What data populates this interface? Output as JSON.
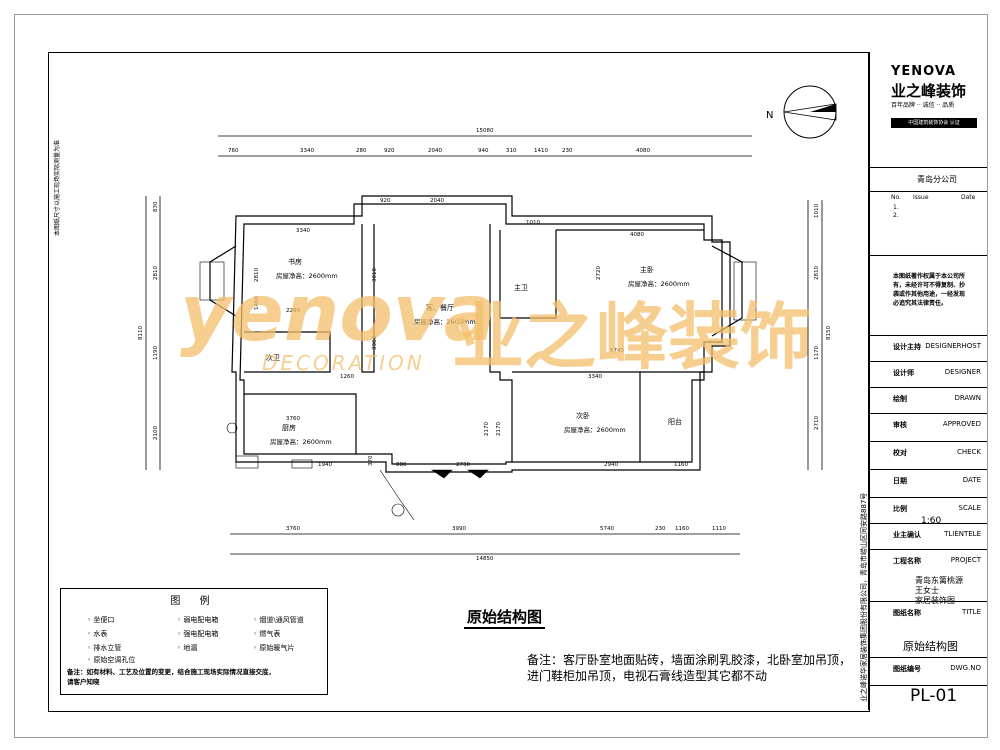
{
  "brand": {
    "logo_en": "YENOVA",
    "logo_cn": "业之峰装饰",
    "slogan": "百年品牌 ·· 诚信 ·· 品质",
    "cert": "中国建筑装饰协会 认证"
  },
  "watermark": {
    "en": "yenova",
    "cn": "业之峰装饰",
    "sub": "DECORATION"
  },
  "branch": "青岛分公司",
  "issue_header": {
    "no": "No.",
    "issue": "Issue",
    "date": "Date"
  },
  "issue_rows": [
    "1.",
    "2."
  ],
  "copyright_note": "本图纸著作权属于本公司所有，未经许可不得复制、抄袭或作其他用途，一经发现必追究其法律责任。",
  "title_block": [
    {
      "cn": "设计主持",
      "en": "DESIGNERHOST"
    },
    {
      "cn": "设计师",
      "en": "DESIGNER"
    },
    {
      "cn": "绘制",
      "en": "DRAWN"
    },
    {
      "cn": "审核",
      "en": "APPROVED"
    },
    {
      "cn": "校对",
      "en": "CHECK"
    },
    {
      "cn": "日期",
      "en": "DATE"
    },
    {
      "cn": "比例",
      "en": "SCALE"
    },
    {
      "cn": "业主确认",
      "en": "TLIENTELE"
    },
    {
      "cn": "工程名称",
      "en": "PROJECT"
    },
    {
      "cn": "图纸名称",
      "en": "TITLE"
    },
    {
      "cn": "图纸编号",
      "en": "DWG.NO"
    }
  ],
  "scale_value": "1:60",
  "project_lines": [
    "青岛东篱桃源",
    "王女士",
    "家居装饰图"
  ],
  "drawing_title_value": "原始结构图",
  "dwg_no": "PL-01",
  "side_company": "业之峰诺华家居装饰集团股份有限公司，青岛市崂山区同安路887号",
  "left_side_note": "本图纸尺寸以施工现场实际测量为准",
  "compass": "N",
  "top_dims_total": "15080",
  "top_dims": [
    "760",
    "3340",
    "280",
    "920",
    "2040",
    "940",
    "310",
    "1410",
    "230",
    "4080"
  ],
  "bottom_dims_total": "14850",
  "bottom_dims": [
    "3760",
    "3990",
    "5740",
    "230",
    "1160",
    "1110"
  ],
  "left_dims_total": "8110",
  "left_dims": [
    "830",
    "2810",
    "1190",
    "2100"
  ],
  "right_dims_total": "8150",
  "right_dims": [
    "1010",
    "2810",
    "1170",
    "2710"
  ],
  "rooms": [
    {
      "name": "书房",
      "h": "房屋净高：2600mm"
    },
    {
      "name": "客、餐厅",
      "h": "房屋净高：2600mm"
    },
    {
      "name": "主卫",
      "h": ""
    },
    {
      "name": "主卧",
      "h": "房屋净高：2600mm"
    },
    {
      "name": "次卫",
      "h": ""
    },
    {
      "name": "厨房",
      "h": "房屋净高：2600mm"
    },
    {
      "name": "次卧",
      "h": "房屋净高：2600mm"
    },
    {
      "name": "阳台",
      "h": ""
    }
  ],
  "inner_dims": [
    "3340",
    "2040",
    "920",
    "4080",
    "2280",
    "1260",
    "3760",
    "1940",
    "370",
    "880",
    "2730",
    "3340",
    "2940",
    "1160",
    "5740",
    "2810",
    "2720",
    "3010",
    "1460",
    "2170",
    "2170",
    "1010",
    "3360"
  ],
  "legend": {
    "title": "图 例",
    "items": [
      "坐便口",
      "弱电配电箱",
      "烟道\\通风管道",
      "水表",
      "强电配电箱",
      "燃气表",
      "排水立管",
      "地漏",
      "原始暖气片",
      "原始空调孔位"
    ],
    "note": "备注：如有材料、工艺及位置的变更，结合施工现场实际情况直接交底，请客户知晓"
  },
  "main_title": "原始结构图",
  "note_text": "备注：客厅卧室地面贴砖，墙面涂刷乳胶漆，北卧室加吊顶，进门鞋柜加吊顶，电视石膏线造型其它都不动"
}
